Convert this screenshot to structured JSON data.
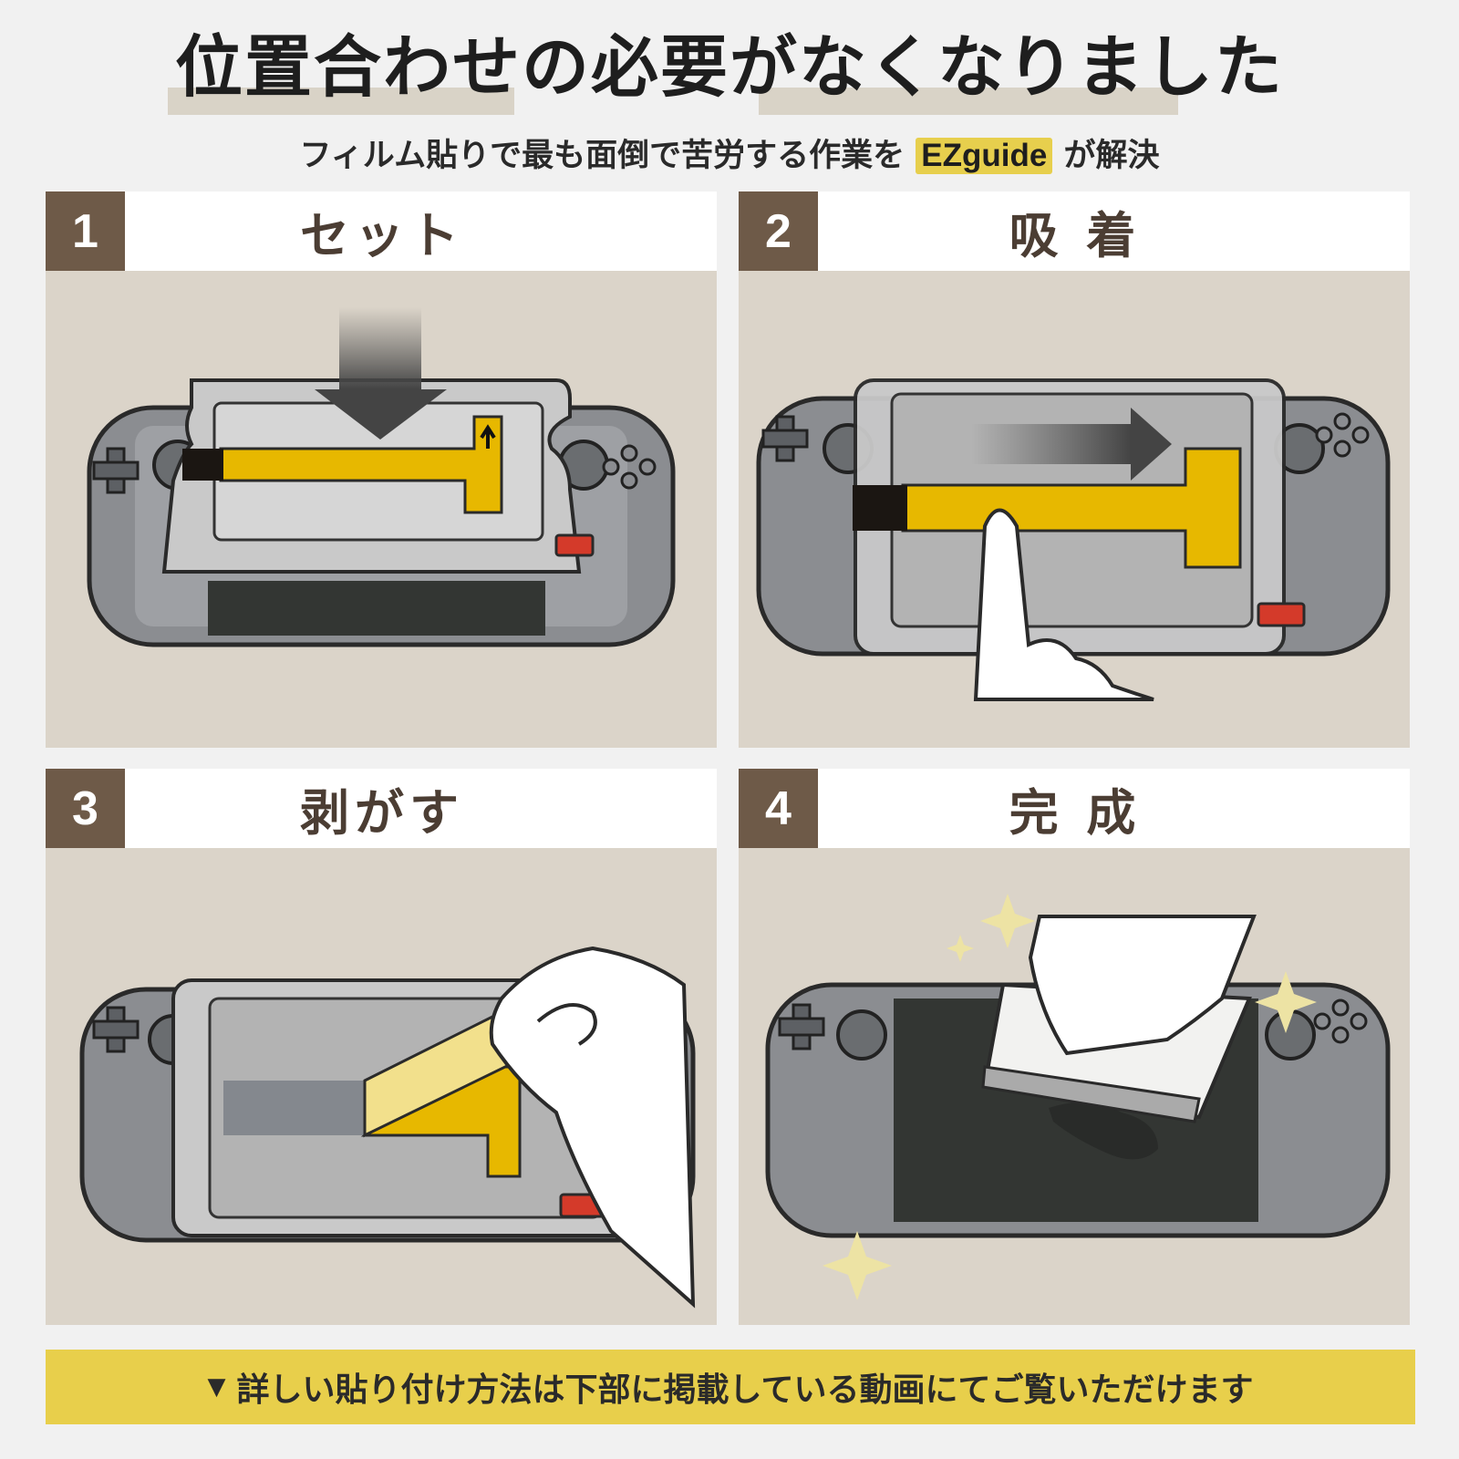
{
  "headline": "位置合わせの必要がなくなりました",
  "subhead": {
    "before": "フィルム貼りで最も面倒で苦労する作業を",
    "badge": "EZguide",
    "after": "が解決"
  },
  "steps": [
    {
      "number": "1",
      "title": "セット"
    },
    {
      "number": "2",
      "title": "吸 着"
    },
    {
      "number": "3",
      "title": "剥がす"
    },
    {
      "number": "4",
      "title": "完 成"
    }
  ],
  "footer": {
    "marker": "▼",
    "text": "詳しい貼り付け方法は下部に掲載している動画にてご覧いただけます"
  },
  "colors": {
    "panel_bg": "#dbd4c9",
    "step_badge": "#6e5a48",
    "step_title": "#4b3d33",
    "accent_yellow": "#e7b800",
    "ez_badge": "#e7cf4d",
    "footer_bar": "#e8cf4b",
    "tab_red": "#d43a2a",
    "device_gray": "#8b8d91",
    "screen_dark": "#333633"
  }
}
